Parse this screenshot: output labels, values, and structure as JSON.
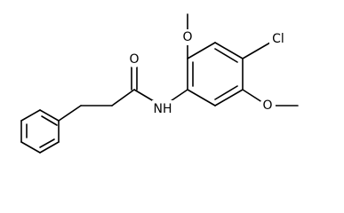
{
  "atoms": {
    "oxygen_top": "O",
    "oxygen_carbonyl": "O",
    "chlorine": "Cl",
    "nitrogen": "NH",
    "oxygen_right": "O"
  }
}
